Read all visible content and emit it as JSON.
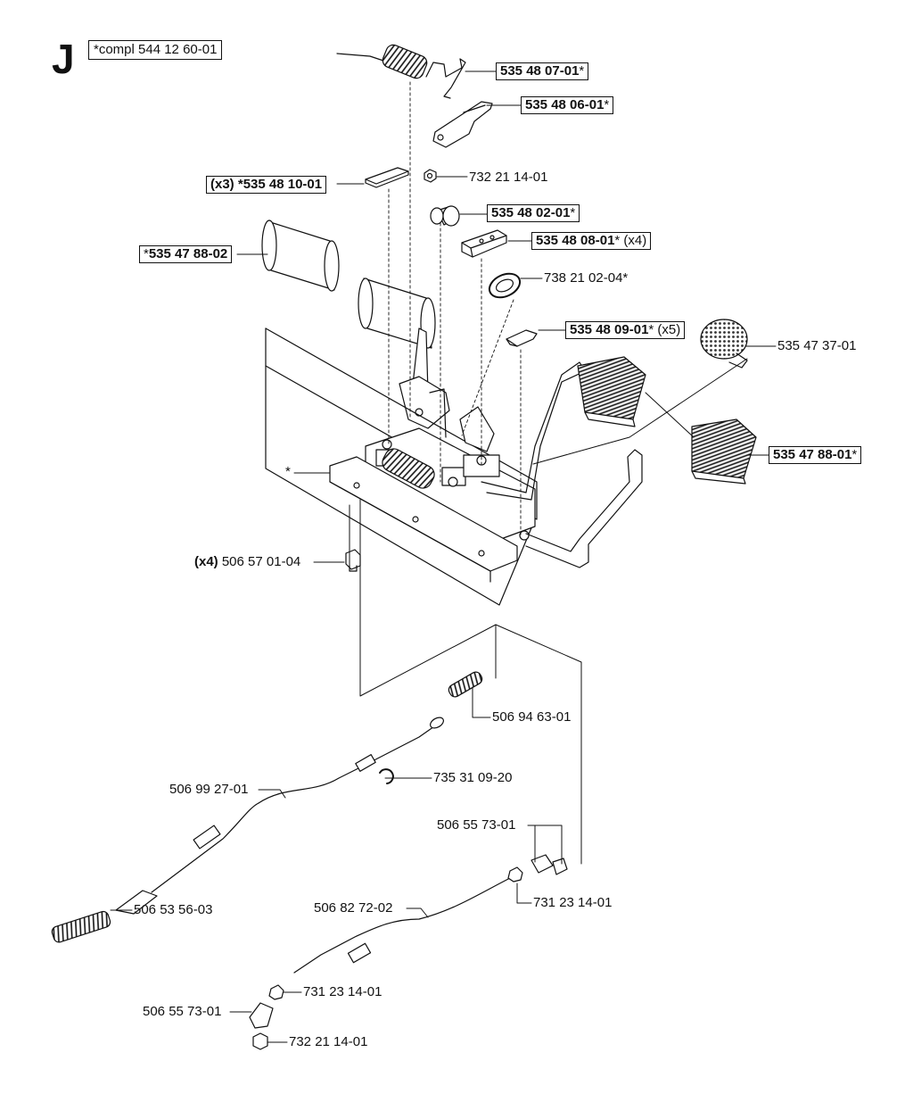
{
  "section_letter": "J",
  "kit_label": "*compl 544 12 60-01",
  "callouts": [
    {
      "id": "c1",
      "bold": "535 48 07-01",
      "suffix": "*",
      "boxed": true
    },
    {
      "id": "c2",
      "bold": "535 48 06-01",
      "suffix": "*",
      "boxed": true
    },
    {
      "id": "c3",
      "prefix": "(x3) *",
      "bold": "535 48 10-01",
      "suffix": "",
      "boxed": true
    },
    {
      "id": "c4",
      "text": "732 21 14-01"
    },
    {
      "id": "c5",
      "bold": "535 48 02-01",
      "suffix": "*",
      "boxed": true
    },
    {
      "id": "c6",
      "bold": "535 48 08-01",
      "suffix": "* (x4)",
      "boxed": true
    },
    {
      "id": "c7",
      "prefix": "*",
      "bold": "535 47 88-02",
      "suffix": "",
      "boxed": true
    },
    {
      "id": "c8",
      "text": "738 21 02-04*"
    },
    {
      "id": "c9",
      "bold": "535 48 09-01",
      "suffix": "* (x5)",
      "boxed": true
    },
    {
      "id": "c10",
      "text": "535 47 37-01"
    },
    {
      "id": "c11",
      "bold": "535 47 88-01",
      "suffix": "*",
      "boxed": true
    },
    {
      "id": "c12",
      "text": "*"
    },
    {
      "id": "c13",
      "prefix": "(x4) ",
      "text": "506 57 01-04"
    },
    {
      "id": "c14",
      "text": "506 94 63-01"
    },
    {
      "id": "c15",
      "text": "735 31 09-20"
    },
    {
      "id": "c16",
      "text": "506 99 27-01"
    },
    {
      "id": "c17",
      "text": "506 55 73-01"
    },
    {
      "id": "c18",
      "text": "731 23 14-01"
    },
    {
      "id": "c19",
      "text": "506 53 56-03"
    },
    {
      "id": "c20",
      "text": "506 82 72-02"
    },
    {
      "id": "c21",
      "text": "731 23 14-01"
    },
    {
      "id": "c22",
      "text": "506 55 73-01"
    },
    {
      "id": "c23",
      "text": "732 21 14-01"
    }
  ]
}
